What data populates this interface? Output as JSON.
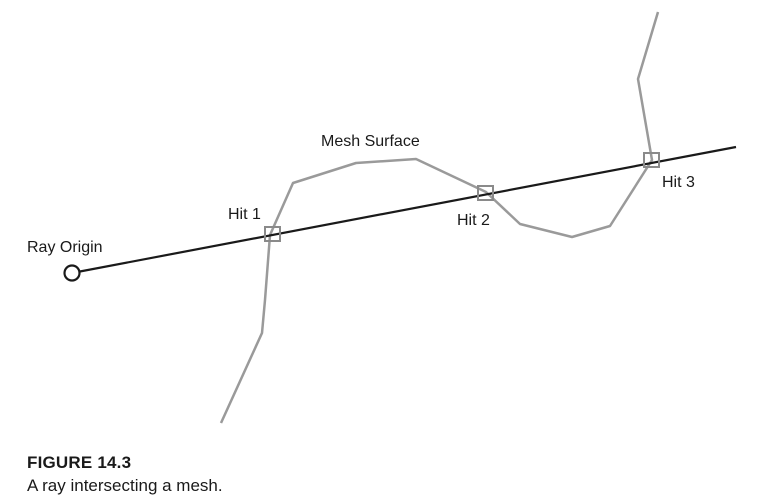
{
  "figure": {
    "number": "FIGURE 14.3",
    "caption": "A ray intersecting a mesh."
  },
  "labels": {
    "ray_origin": "Ray Origin",
    "mesh_surface": "Mesh Surface",
    "hit_1": "Hit 1",
    "hit_2": "Hit 2",
    "hit_3": "Hit 3"
  },
  "colors": {
    "ray": "#1a1a1a",
    "mesh": "#9a9a9a",
    "hit_marker": "#8a8a8a",
    "text": "#1a1a1a"
  }
}
